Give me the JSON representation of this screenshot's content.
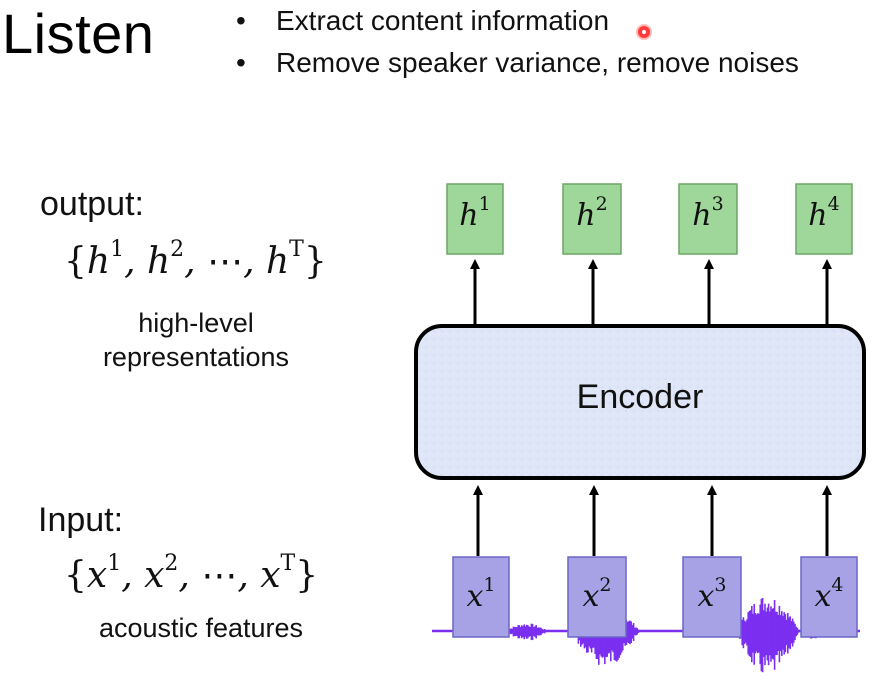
{
  "slide": {
    "title": "Listen",
    "bullets": [
      "Extract content information",
      "Remove speaker variance, remove noises"
    ]
  },
  "output": {
    "label": "output:",
    "set_var": "h",
    "set_superscripts": [
      "1",
      "2",
      "T"
    ],
    "caption_line1": "high-level",
    "caption_line2": "representations"
  },
  "input": {
    "label": "Input:",
    "set_var": "x",
    "set_superscripts": [
      "1",
      "2",
      "T"
    ],
    "caption": "acoustic features"
  },
  "encoder": {
    "label": "Encoder"
  },
  "outputs_boxes": [
    {
      "var": "h",
      "sup": "1"
    },
    {
      "var": "h",
      "sup": "2"
    },
    {
      "var": "h",
      "sup": "3"
    },
    {
      "var": "h",
      "sup": "4"
    }
  ],
  "input_boxes": [
    {
      "var": "x",
      "sup": "1"
    },
    {
      "var": "x",
      "sup": "2"
    },
    {
      "var": "x",
      "sup": "3"
    },
    {
      "var": "x",
      "sup": "4"
    }
  ],
  "colors": {
    "output_box_fill": "#9fd699",
    "output_box_stroke": "#6aa764",
    "input_box_fill": "#a7a2e6",
    "input_box_stroke": "#6d66c9",
    "encoder_fill": "#dfe6f7",
    "waveform": "#7b2ff0",
    "pointer": "#ff3b3b"
  }
}
